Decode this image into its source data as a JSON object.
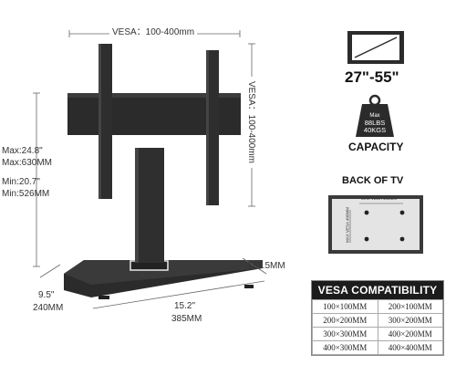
{
  "dimensions": {
    "vesa_horizontal": "VESA：100-400mm",
    "vesa_vertical": "VESA：100-400mm",
    "max_in": "Max:24.8\"",
    "max_mm": "Max:630MM",
    "min_in": "Min:20.7\"",
    "min_mm": "Min:526MM",
    "depth_right": "187.5MM",
    "depth_left_in": "9.5\"",
    "depth_left_mm": "240MM",
    "width_in": "15.2\"",
    "width_mm": "385MM"
  },
  "screen_size": {
    "label": "27\"-55\""
  },
  "capacity": {
    "weight_prefix": "Max",
    "weight_lbs": "88LBS",
    "weight_kgs": "40KGS",
    "label": "CAPACITY"
  },
  "back_of_tv": {
    "title": "BACK OF TV",
    "max_vesa_h": "MAX VESA 400MM",
    "max_vesa_v": "MAX VESA 400MM"
  },
  "compatibility": {
    "title": "VESA COMPATIBILITY",
    "rows": [
      [
        "100×100MM",
        "200×100MM"
      ],
      [
        "200×200MM",
        "300×200MM"
      ],
      [
        "300×300MM",
        "400×200MM"
      ],
      [
        "400×300MM",
        "400×400MM"
      ]
    ]
  },
  "colors": {
    "stand": "#2d2d2d",
    "accent_dark": "#1c1c1c",
    "line": "#555555"
  }
}
